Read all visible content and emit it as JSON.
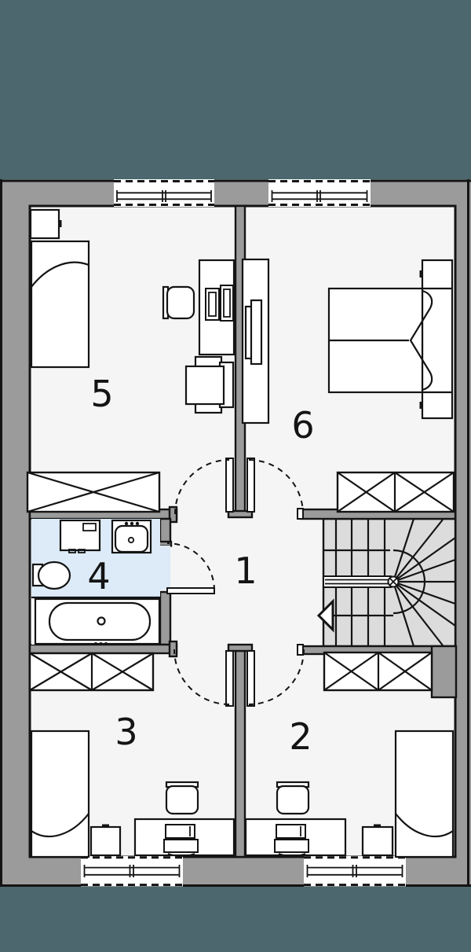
{
  "floorplan": {
    "rooms": [
      {
        "name": "hallway",
        "label": "1"
      },
      {
        "name": "bedroom-bottom-right",
        "label": "2"
      },
      {
        "name": "bedroom-bottom-left",
        "label": "3"
      },
      {
        "name": "bathroom",
        "label": "4"
      },
      {
        "name": "bedroom-top-left",
        "label": "5"
      },
      {
        "name": "bedroom-top-right",
        "label": "6"
      }
    ],
    "colors": {
      "canvas_background": "#4c676e",
      "wall_fill": "#9b9b9b",
      "floor_fill": "#f5f5f5",
      "stair_floor_fill": "#dcdcdc",
      "bathroom_floor_fill": "#dcebf7",
      "line": "#141414",
      "furniture_fill": "#ffffff"
    },
    "icons": {
      "single-bed-icon": "svg-shape",
      "double-bed-icon": "svg-shape",
      "nightstand-icon": "svg-shape",
      "desk-icon": "svg-shape",
      "desk-chair-icon": "svg-shape",
      "armchair-icon": "svg-shape",
      "bookshelf-icon": "svg-shape",
      "sideboard-icon": "svg-shape",
      "wardrobe-icon": "svg-x-box",
      "washing-machine-icon": "svg-shape",
      "sink-icon": "svg-shape",
      "toilet-icon": "svg-shape",
      "bathtub-icon": "svg-shape",
      "window-icon": "svg-dashed-band",
      "door-swing-icon": "svg-dashed-arc",
      "staircase-icon": "svg-winder-stairs",
      "stair-direction-arrow-icon": "svg-triangle"
    }
  }
}
